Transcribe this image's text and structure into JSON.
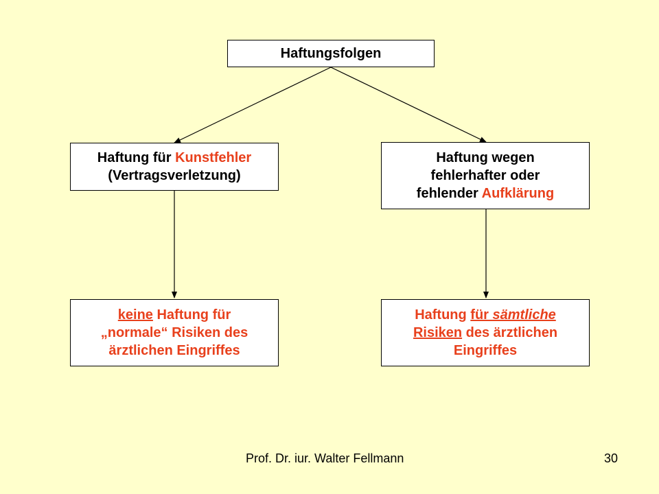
{
  "colors": {
    "background": "#FFFFCC",
    "box_fill": "#FFFFFF",
    "accent": "#E8401C",
    "line": "#000000"
  },
  "root": {
    "label": "Haftungsfolgen"
  },
  "left_branch": {
    "line1_a": "Haftung für ",
    "line1_b": "Kunstfehler",
    "line2": "(Vertragsverletzung)"
  },
  "right_branch": {
    "line1": "Haftung wegen",
    "line2": "fehlerhafter oder",
    "line3_a": "fehlender ",
    "line3_b": "Aufklärung"
  },
  "left_result": {
    "line1_a": "keine",
    "line1_b": " Haftung für",
    "line2": "„normale“ Risiken des",
    "line3": "ärztlichen Eingriffes"
  },
  "right_result": {
    "line1_a": "Haftung ",
    "line1_b": "für ",
    "line1_c": "sämtliche",
    "line2_a": "Risiken",
    "line2_b": " des ärztlichen",
    "line3": "Eingriffes"
  },
  "footer": {
    "author": "Prof. Dr. iur. Walter Fellmann",
    "page_number": "30"
  }
}
